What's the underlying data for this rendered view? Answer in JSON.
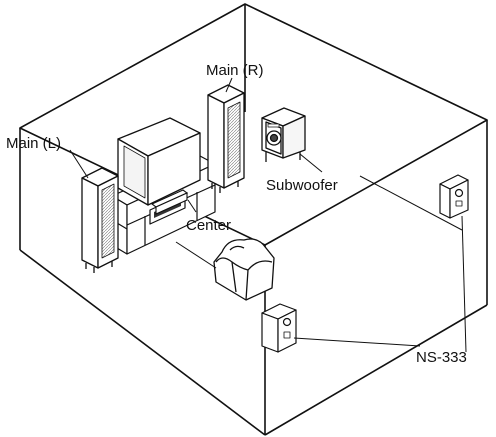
{
  "labels": {
    "main_left": "Main (L)",
    "main_right": "Main (R)",
    "subwoofer": "Subwoofer",
    "center": "Center",
    "surround": "NS-333"
  },
  "colors": {
    "line": "#111111",
    "fill": "#ffffff",
    "speaker_shade": "#d9d9d9",
    "cone": "#444444"
  }
}
